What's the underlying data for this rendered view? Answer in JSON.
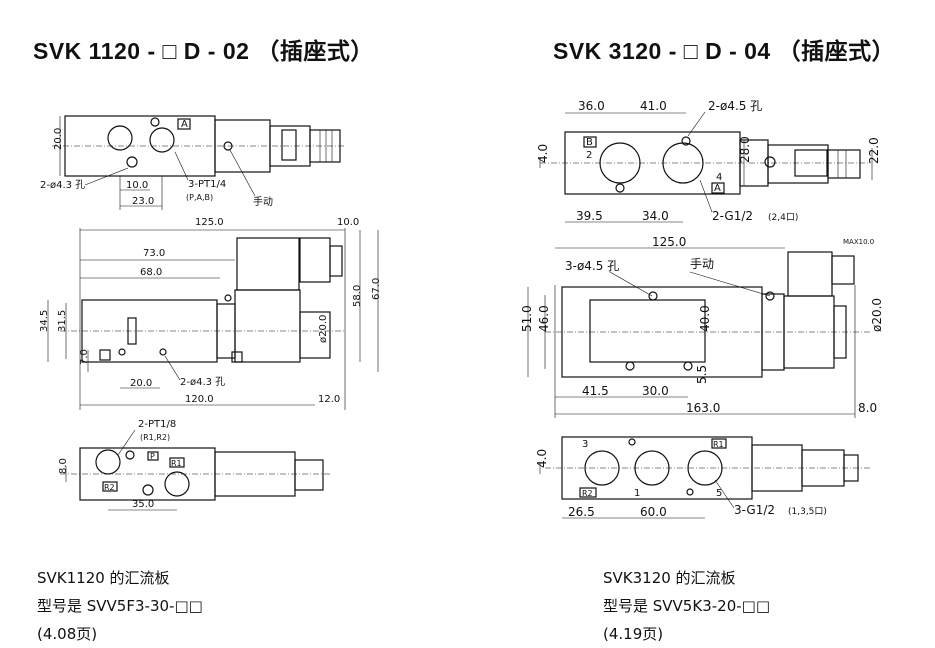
{
  "titles": {
    "left": "SVK 1120 - □ D - 02 （插座式）",
    "right": "SVK 3120 - □ D - 04 （插座式）"
  },
  "left_dims": {
    "d20": "20.0",
    "hole": "2-ø4.3 孔",
    "d10": "10.0",
    "d23": "23.0",
    "port": "3-PT1/4",
    "port_sub": "(P,A,B)",
    "manual": "手动",
    "port_a": "A",
    "d125": "125.0",
    "d10b": "10.0",
    "d73": "73.0",
    "d68": "68.0",
    "d58": "58.0",
    "d67": "67.0",
    "d345": "34.5",
    "d315": "31.5",
    "d70": "7.0",
    "d20b": "20.0",
    "hole2": "2-ø4.3 孔",
    "phi20": "ø20.0",
    "d120": "120.0",
    "d12": "12.0",
    "pt18": "2-PT1/8",
    "pt18_sub": "(R1,R2)",
    "d80": "8.0",
    "d35": "35.0",
    "port_p": "P",
    "port_r1": "R1",
    "port_r2": "R2"
  },
  "right_dims": {
    "d36": "36.0",
    "d41": "41.0",
    "hole": "2-ø4.5 孔",
    "d40": "4.0",
    "d280": "28.0",
    "d220": "22.0",
    "d395": "39.5",
    "d340": "34.0",
    "g12": "2-G1/2",
    "g12_sub": "(2,4口)",
    "port_b": "B",
    "port_a": "A",
    "n2": "2",
    "n4": "4",
    "d125": "125.0",
    "maxlabel": "MAX10.0",
    "hole3": "3-ø4.5 孔",
    "manual": "手动",
    "d510": "51.0",
    "d460": "46.0",
    "d400": "40.0",
    "phi20": "ø20.0",
    "d415": "41.5",
    "d300": "30.0",
    "d55": "5.5",
    "d1630": "163.0",
    "d80": "8.0",
    "d40b": "4.0",
    "n3": "3",
    "n1": "1",
    "n5": "5",
    "port_r1": "R1",
    "port_r2": "R2",
    "d265": "26.5",
    "d600": "60.0",
    "g12b": "3-G1/2",
    "g12b_sub": "(1,3,5口)"
  },
  "notes": {
    "left": [
      "SVK1120 的汇流板",
      "型号是 SVV5F3-30-□□",
      "(4.08页)"
    ],
    "right": [
      "SVK3120 的汇流板",
      "型号是 SVV5K3-20-□□",
      "(4.19页)"
    ]
  }
}
